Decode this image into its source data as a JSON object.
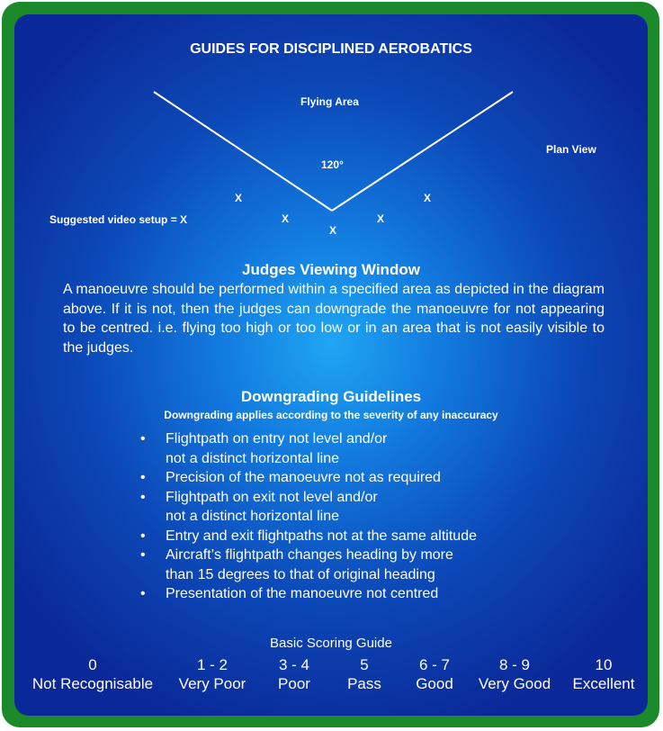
{
  "title": "GUIDES FOR DISCIPLINED AEROBATICS",
  "diagram": {
    "flying_area_label": "Flying Area",
    "plan_view_label": "Plan View",
    "angle_label": "120°",
    "video_setup_label": "Suggested video setup = X",
    "marker": "X"
  },
  "judges_window": {
    "heading": "Judges Viewing Window",
    "text": "A manoeuvre should be performed within a specified area as depicted in the diagram above. If it is not, then the judges can downgrade the manoeuvre for not appearing to be centred. i.e. flying too high or too low or in an area that is not easily visible to the judges."
  },
  "downgrading": {
    "heading": "Downgrading Guidelines",
    "subheading": "Downgrading applies according to the severity of any inaccuracy",
    "bullet_symbol": "•",
    "items": [
      {
        "line1": "Flightpath on entry not level and/or",
        "line2": "not a distinct horizontal line"
      },
      {
        "line1": "Precision of the manoeuvre not as required",
        "line2": ""
      },
      {
        "line1": "Flightpath on exit not level and/or",
        "line2": "not a distinct horizontal line"
      },
      {
        "line1": "Entry and exit flightpaths not at the same altitude",
        "line2": ""
      },
      {
        "line1": "Aircraft’s flightpath changes heading by more",
        "line2": "than 15 degrees to that of original heading"
      },
      {
        "line1": "Presentation of the manoeuvre not centred",
        "line2": ""
      }
    ]
  },
  "scoring": {
    "heading": "Basic Scoring Guide",
    "columns": [
      {
        "score": "0",
        "label": "Not Recognisable"
      },
      {
        "score": "1 - 2",
        "label": "Very Poor"
      },
      {
        "score": "3 - 4",
        "label": "Poor"
      },
      {
        "score": "5",
        "label": "Pass"
      },
      {
        "score": "6 - 7",
        "label": "Good"
      },
      {
        "score": "8 - 9",
        "label": "Very Good"
      },
      {
        "score": "10",
        "label": "Excellent"
      }
    ]
  },
  "colors": {
    "frame": "#1c8a2a",
    "panel_center": "#1fa6f3",
    "panel_edge": "#0b2898",
    "text": "#ffffff"
  }
}
